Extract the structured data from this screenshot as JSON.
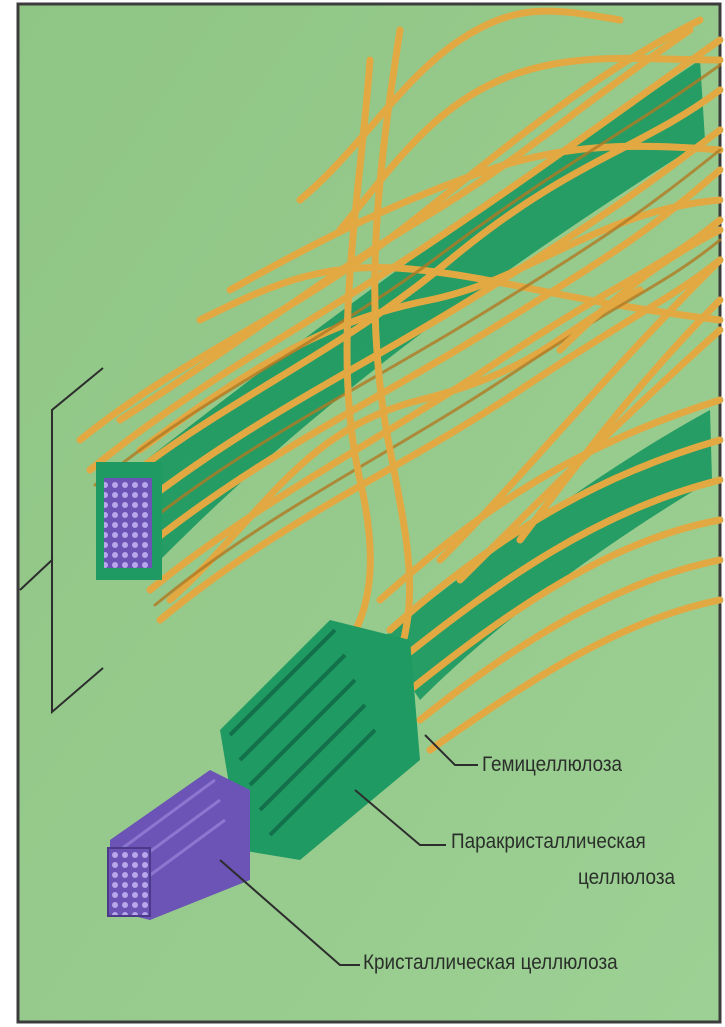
{
  "labels": {
    "hemicellulose": "Гемицеллюлоза",
    "paracrystalline_line1": "Паракристаллическая",
    "paracrystalline_line2": "целлюлоза",
    "crystalline": "Кристаллическая целлюлоза"
  },
  "colors": {
    "background": "#93c98a",
    "frame_border": "#3c3c3c",
    "hemicellulose_fiber": "#e2a943",
    "hemicellulose_fiber_dark": "#b27a23",
    "paracrystalline": "#1f9a62",
    "paracrystalline_dark": "#12704a",
    "crystalline": "#6c53b6",
    "crystalline_light": "#b6a8ea",
    "leader_line": "#2d2d2d"
  },
  "icons": [
    "fiber-bundle-cross-section",
    "bracket"
  ]
}
